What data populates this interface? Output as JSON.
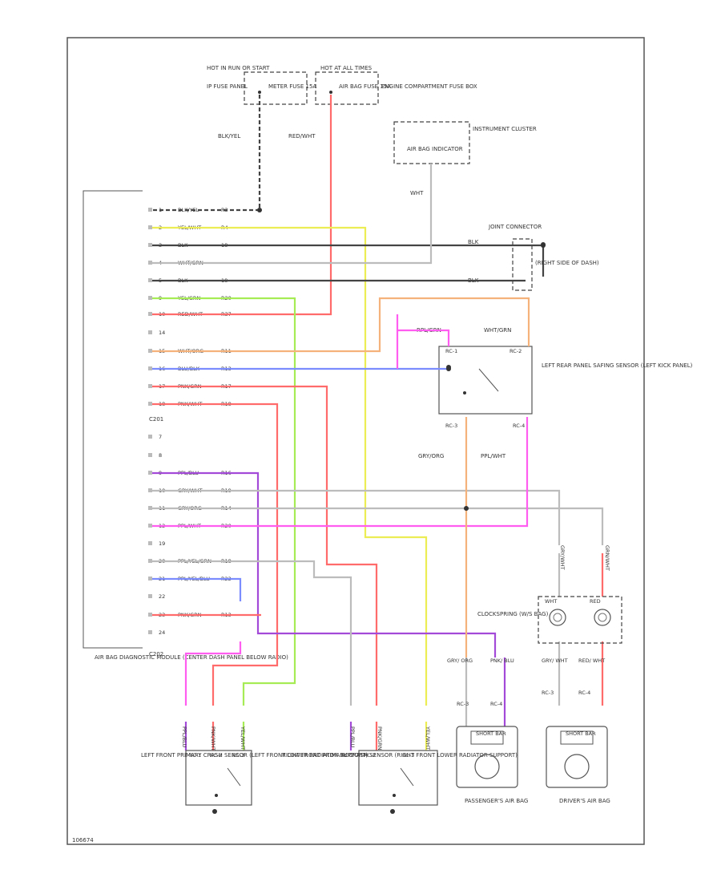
{
  "fuses": {
    "left_top": "HOT IN RUN OR START",
    "left_name": "IP FUSE PANEL",
    "left_fuse": "METER FUSE 15A",
    "right_top": "HOT AT ALL TIMES",
    "right_name": "ENGINE COMPARTMENT FUSE BOX",
    "right_fuse": "AIR BAG FUSE 15A",
    "wire_left": "BLK/YEL",
    "wire_right": "RED/WHT"
  },
  "cluster": {
    "label": "INSTRUMENT CLUSTER",
    "inner": "AIR BAG INDICATOR",
    "wire": "WHT"
  },
  "joint": {
    "label": "JOINT CONNECTOR",
    "note": "(RIGHT SIDE OF DASH)",
    "wire1": "BLK",
    "wire2": "BLK"
  },
  "safing": {
    "label": "LEFT REAR PANEL SAFING SENSOR (LEFT KICK PANEL)",
    "wire_tl": "RPL/GRN",
    "wire_tr": "WHT/GRN",
    "pin_tl": "RC-1",
    "pin_tr": "RC-2",
    "pin_b1": "RC-3",
    "pin_b2": "RC-4",
    "wire_b1": "GRY/ORG",
    "wire_b2": "PPL/WHT"
  },
  "module": {
    "label": "AIR BAG DIAGNOSTIC MODULE (CENTER DASH PANEL BELOW RADIO)",
    "conn1": "C201",
    "conn2": "C202",
    "pins": [
      {
        "n": "1",
        "t": "BLK/YEL",
        "c": "R3"
      },
      {
        "n": "2",
        "t": "YEL/WHT",
        "c": "R4"
      },
      {
        "n": "3",
        "t": "BLK",
        "c": "18"
      },
      {
        "n": "4",
        "t": "WHT/GRN",
        "c": ""
      },
      {
        "n": "5",
        "t": "BLK",
        "c": "18"
      },
      {
        "n": "9",
        "t": "YEL/GRN",
        "c": "R20"
      },
      {
        "n": "10",
        "t": "RED/WHT",
        "c": "R37"
      },
      {
        "n": "14",
        "t": "",
        "c": ""
      },
      {
        "n": "15",
        "t": "WHT/ORG",
        "c": "R11"
      },
      {
        "n": "16",
        "t": "BLU/BLK",
        "c": "R13"
      },
      {
        "n": "17",
        "t": "PNK/GRN",
        "c": "R17"
      },
      {
        "n": "18",
        "t": "PNK/WHT",
        "c": "R18"
      },
      {
        "n": "7",
        "t": "",
        "c": ""
      },
      {
        "n": "8",
        "t": "",
        "c": ""
      },
      {
        "n": "9",
        "t": "PPL/BLU",
        "c": "R16"
      },
      {
        "n": "10",
        "t": "GRY/WHT",
        "c": "R19"
      },
      {
        "n": "11",
        "t": "GRY/ORG",
        "c": "R14"
      },
      {
        "n": "12",
        "t": "PPL/WHT",
        "c": "R20"
      },
      {
        "n": "19",
        "t": "",
        "c": ""
      },
      {
        "n": "20",
        "t": "PPL/YEL/GRN",
        "c": "R18"
      },
      {
        "n": "21",
        "t": "PPL/YEL/BLU",
        "c": "R22"
      },
      {
        "n": "22",
        "t": "",
        "c": ""
      },
      {
        "n": "23",
        "t": "PNK/GRN",
        "c": "R13"
      },
      {
        "n": "24",
        "t": "",
        "c": ""
      }
    ]
  },
  "sensors": {
    "left": "LEFT FRONT PRIMARY CRASH SENSOR (LEFT FRONT LOWER RADIATOR SUPPORT)",
    "right": "RIGHT FRONT PRIMARY CRASH SENSOR (RIGHT FRONT LOWER RADIATOR SUPPORT)",
    "pins": [
      "RC-1",
      "RC-2",
      "RC-3"
    ],
    "wires_left": [
      "PPL/BLU",
      "PNK/WHT",
      "YEL/WHT"
    ],
    "wires_right": [
      "PPL/BLU",
      "PNK/GRN",
      "YEL/WHT"
    ]
  },
  "bags": {
    "passenger": "PASSENGER'S AIR BAG",
    "driver": "DRIVER'S AIR BAG",
    "clock": "CLOCKSPRING (W/S BAG)",
    "shorting": "SHORT BAR",
    "pwires": [
      "GRY/ ORG",
      "PNK/ BLU"
    ],
    "dwires": [
      "GRY/ WHT",
      "RED/ WHT"
    ],
    "plugs": [
      "RC-3",
      "RC-4"
    ],
    "dsub": [
      "WHT",
      "RED"
    ],
    "cwires": [
      "GRY/WHT",
      "GRN/WHT"
    ]
  },
  "footer": "106674",
  "colors": {
    "red": "#ff6a6a",
    "yellow": "#ecec55",
    "green": "#a6ec55",
    "blue": "#7b8cff",
    "purple": "#a44ad8",
    "pink": "#ff5cf0",
    "orange": "#f5b27a",
    "black": "#444444",
    "gray": "#bcbcbc"
  }
}
